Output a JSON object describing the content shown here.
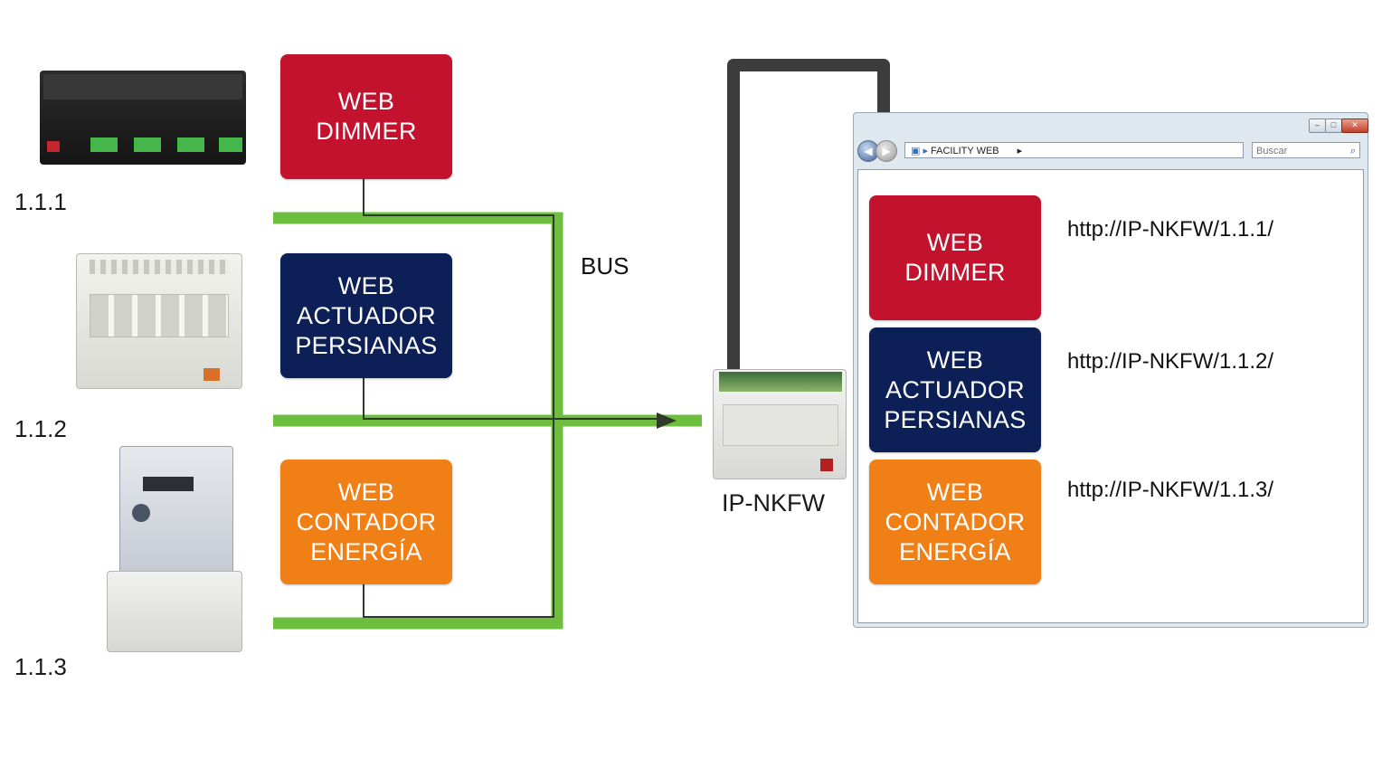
{
  "devices": [
    {
      "address": "1.1.1",
      "box_lines": [
        "WEB",
        "DIMMER"
      ],
      "color": "#c2122e"
    },
    {
      "address": "1.1.2",
      "box_lines": [
        "WEB",
        "ACTUADOR",
        "PERSIANAS"
      ],
      "color": "#0c1f57"
    },
    {
      "address": "1.1.3",
      "box_lines": [
        "WEB",
        "CONTADOR",
        "ENERGÍA"
      ],
      "color": "#f07f16"
    }
  ],
  "bus": {
    "label": "BUS",
    "color": "#6cbe3c"
  },
  "gateway": {
    "label": "IP-NKFW"
  },
  "browser": {
    "address_text": "FACILITY WEB",
    "search_placeholder": "Buscar",
    "entries": [
      {
        "box_lines": [
          "WEB",
          "DIMMER"
        ],
        "url": "http://IP-NKFW/1.1.1/"
      },
      {
        "box_lines": [
          "WEB",
          "ACTUADOR",
          "PERSIANAS"
        ],
        "url": "http://IP-NKFW/1.1.2/"
      },
      {
        "box_lines": [
          "WEB",
          "CONTADOR",
          "ENERGÍA"
        ],
        "url": "http://IP-NKFW/1.1.3/"
      }
    ]
  },
  "icons": [
    "dimmer-device-photo",
    "blind-actuator-device-photo",
    "energy-meter-device-photo",
    "gateway-device-photo",
    "back-arrow-icon",
    "forward-arrow-icon",
    "search-icon",
    "minimize-icon",
    "maximize-icon",
    "close-icon"
  ]
}
